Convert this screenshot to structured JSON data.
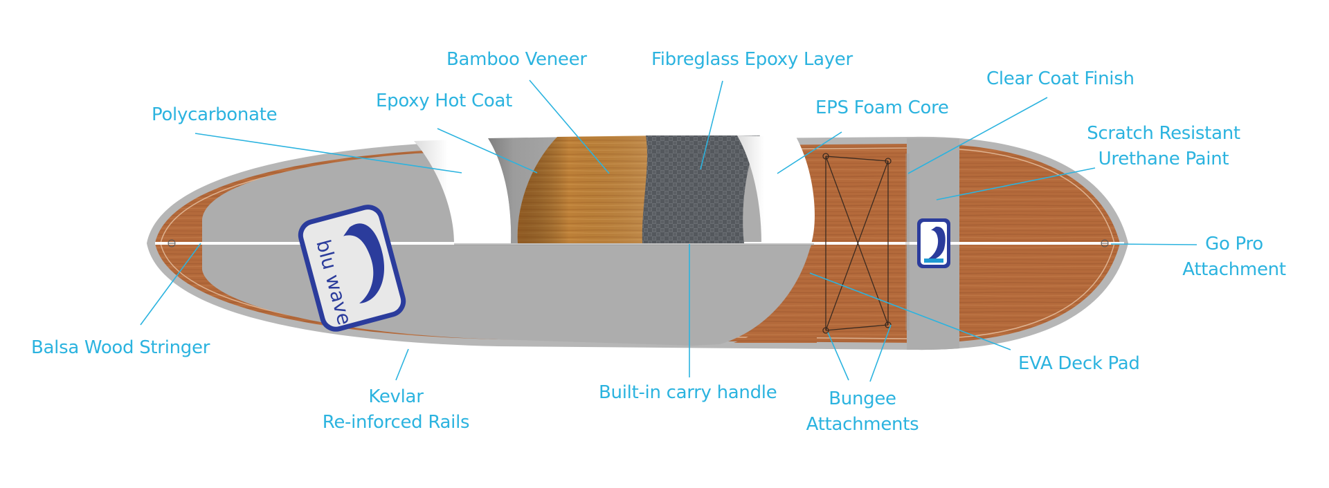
{
  "diagram": {
    "brand_logo_text": "blu wave",
    "colors": {
      "label": "#2bb3df",
      "leader_line": "#2bb3df",
      "board_rim": "#b4b4b4",
      "board_grey": "#acacac",
      "wood_deck": "#b3683a",
      "foam_core": "#ffffff",
      "carbon": "#55585c",
      "bamboo": "#b77b34",
      "logo_blue": "#2b3c9c"
    },
    "labels": {
      "polycarbonate": "Polycarbonate",
      "epoxy_hot_coat": "Epoxy Hot Coat",
      "bamboo_veneer": "Bamboo Veneer",
      "fibreglass_epoxy_layer": "Fibreglass Epoxy Layer",
      "eps_foam_core": "EPS Foam Core",
      "clear_coat_finish": "Clear Coat Finish",
      "scratch_resistant_line1": "Scratch Resistant",
      "scratch_resistant_line2": "Urethane Paint",
      "go_pro_line1": "Go Pro",
      "go_pro_line2": "Attachment",
      "balsa_wood_stringer": "Balsa Wood Stringer",
      "kevlar_line1": "Kevlar",
      "kevlar_line2": "Re-inforced Rails",
      "built_in_carry_handle": "Built-in carry handle",
      "bungee_line1": "Bungee",
      "bungee_line2": "Attachments",
      "eva_deck_pad": "EVA Deck Pad"
    }
  }
}
